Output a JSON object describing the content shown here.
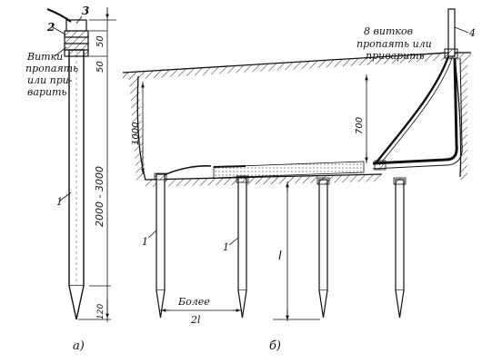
{
  "fig_a": {
    "caption": "а)",
    "callouts": {
      "rod": "1",
      "clamp": "2",
      "top": "3"
    },
    "note": [
      "Витки",
      "пропаять",
      "или при-",
      "варить"
    ],
    "dims": {
      "top_50_upper": "50",
      "top_50_lower": "50",
      "rod_length": "2000 - 3000",
      "tip": "120"
    }
  },
  "fig_b": {
    "caption": "б)",
    "callouts": {
      "rod_left": "1",
      "rod_second": "1",
      "conductor": "4"
    },
    "note": [
      "8 витков",
      "пропаять или",
      "приварить"
    ],
    "dims": {
      "depth": "1000",
      "wall_depth": "700",
      "rod_length": "l",
      "spacing_prefix": "Более",
      "spacing_value": "2l"
    }
  }
}
